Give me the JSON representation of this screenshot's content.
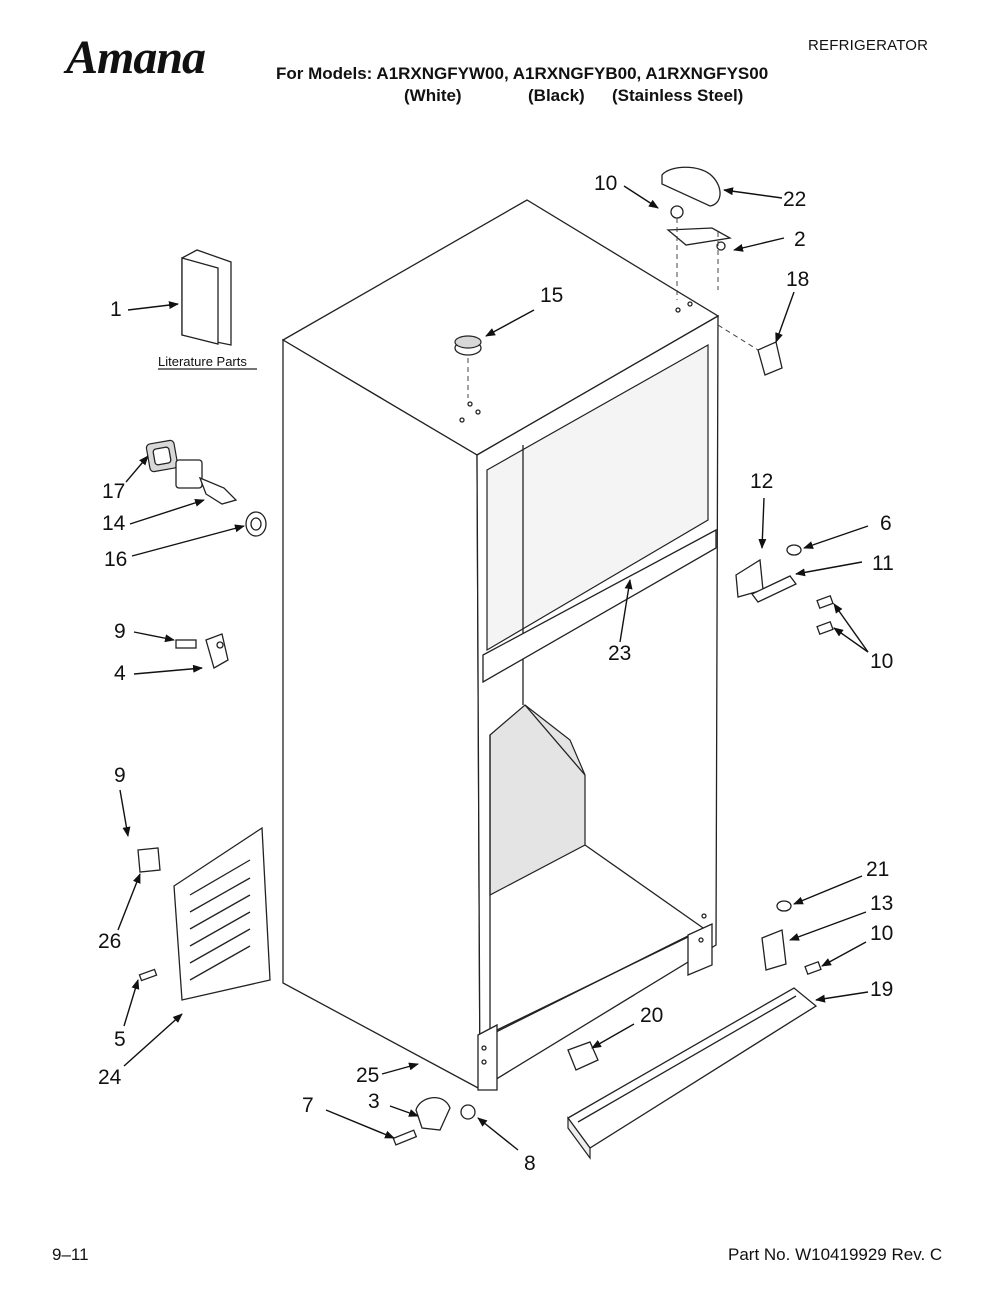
{
  "header": {
    "brand": "Amana",
    "category": "REFRIGERATOR",
    "models_line": "For Models: A1RXNGFYW00, A1RXNGFYB00, A1RXNGFYS00",
    "variants": [
      "(White)",
      "(Black)",
      "(Stainless Steel)"
    ]
  },
  "diagram": {
    "literature_caption": "Literature Parts",
    "callouts": [
      "10",
      "22",
      "2",
      "18",
      "1",
      "15",
      "17",
      "14",
      "16",
      "12",
      "6",
      "11",
      "10",
      "23",
      "9",
      "4",
      "9",
      "26",
      "5",
      "24",
      "21",
      "13",
      "10",
      "19",
      "20",
      "25",
      "7",
      "3",
      "8"
    ]
  },
  "footer": {
    "page": "9–11",
    "part_number": "Part No. W10419929 Rev. C"
  }
}
